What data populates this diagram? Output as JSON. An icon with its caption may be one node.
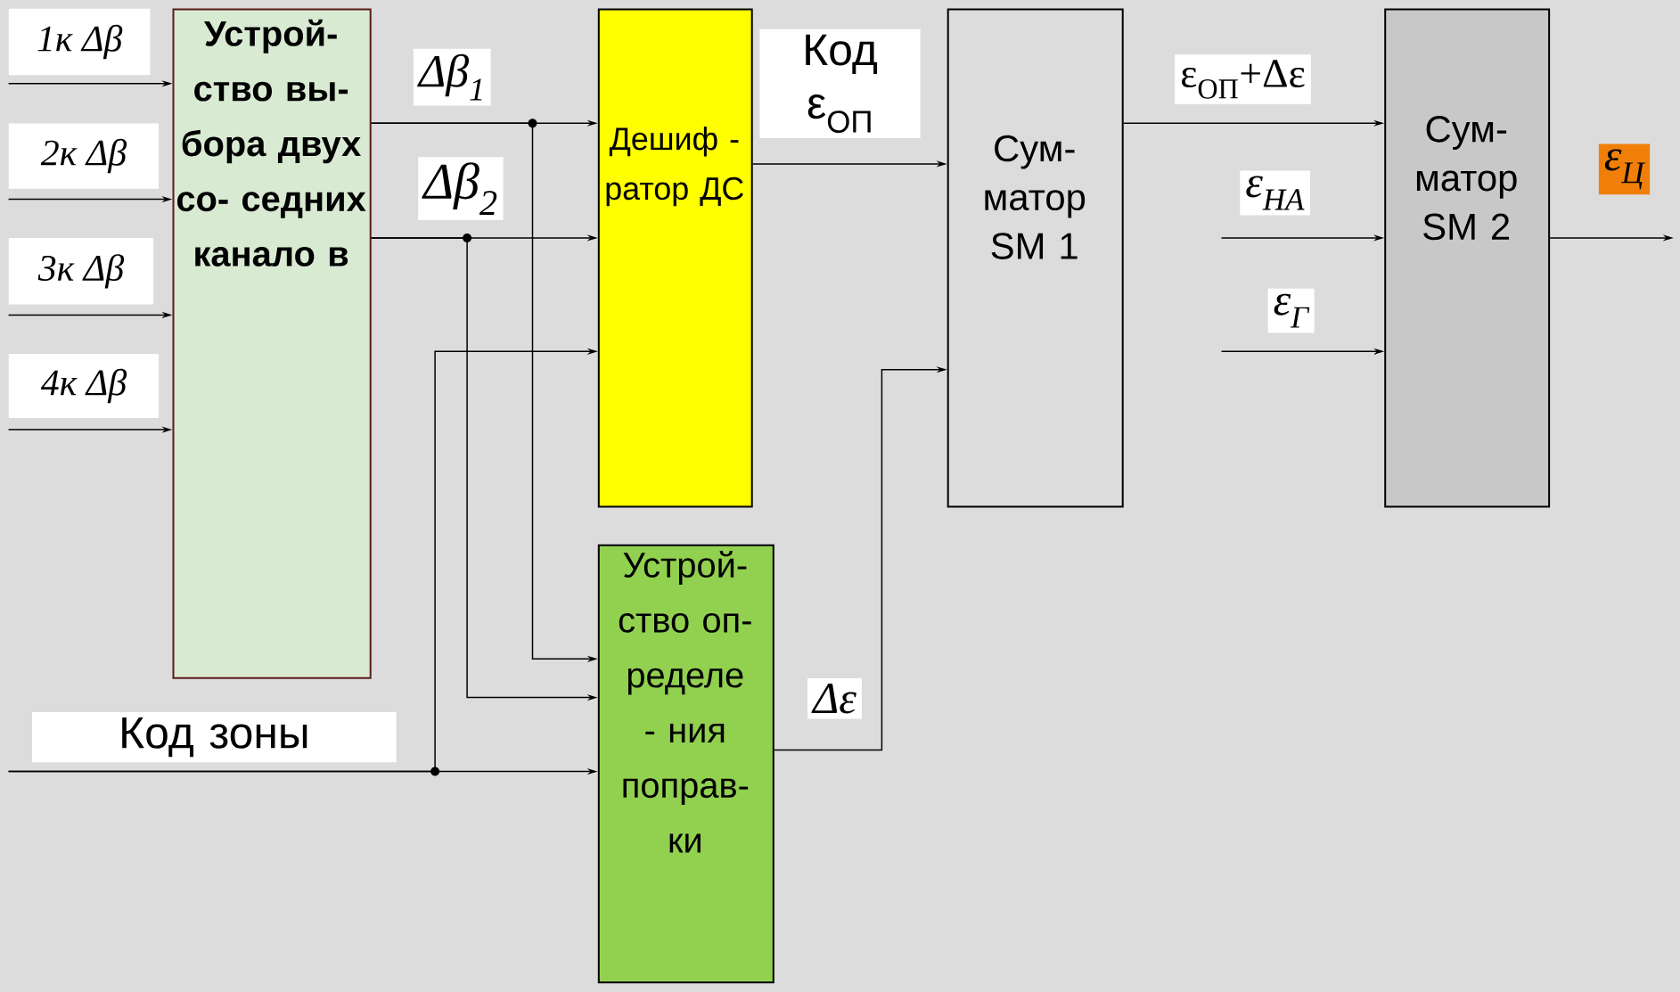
{
  "diagram": {
    "nodes": [
      {
        "text": [
          "1к Δβ"
        ]
      },
      {
        "text": [
          "2к Δβ"
        ]
      },
      {
        "text": [
          "3к Δβ"
        ]
      },
      {
        "text": [
          "4к Δβ"
        ]
      },
      {
        "text": [
          "Устрой- ство вы- бора двух со- седних канало в"
        ]
      },
      {
        "text": [
          "Дешиф - ратор ДС"
        ]
      },
      {
        "text": [
          "Устрой- ство оп- ределе - ния поправ- ки"
        ]
      },
      {
        "text": [
          "Сум- матор SM 1"
        ]
      },
      {
        "text": [
          "Сум- матор SM 2"
        ]
      }
    ],
    "edges": [
      {
        "from": 0,
        "to": 4,
        "arrow": "to"
      },
      {
        "from": 1,
        "to": 4,
        "arrow": "to"
      },
      {
        "from": 2,
        "to": 4,
        "arrow": "to"
      },
      {
        "from": 3,
        "to": 4,
        "arrow": "to"
      },
      {
        "from": 4,
        "to": 5,
        "arrow": "to",
        "label": "Δβ$_{1}$"
      },
      {
        "from": 4,
        "to": 5,
        "arrow": "to",
        "label": "Δβ$_{2}$"
      },
      {
        "from": 4,
        "to": 6,
        "arrow": "to"
      },
      {
        "from": 4,
        "to": 6,
        "arrow": "to"
      },
      {
        "from": null,
        "to": 6,
        "arrow": "to",
        "label": "Код зоны"
      },
      {
        "from": null,
        "to": 5,
        "arrow": "to"
      },
      {
        "from": 5,
        "to": 7,
        "arrow": "to",
        "label": "Код ε$_{ОП}$"
      },
      {
        "from": 6,
        "to": 7,
        "arrow": "to",
        "label": "Δε"
      },
      {
        "from": 7,
        "to": 8,
        "arrow": "to",
        "label": "ε$_{ОП}$+Δε"
      },
      {
        "from": null,
        "to": 8,
        "arrow": "to",
        "label": "ε$_{НА}$"
      },
      {
        "from": null,
        "to": 8,
        "arrow": "to",
        "label": "ε$_{Г}$"
      },
      {
        "from": 8,
        "to": null,
        "arrow": "to",
        "label": "ε$_{Ц}$"
      }
    ]
  }
}
